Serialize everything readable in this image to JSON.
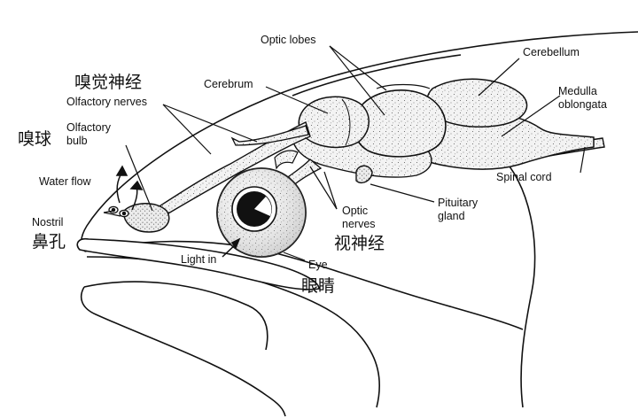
{
  "labels": {
    "optic_lobes": "Optic lobes",
    "cerebellum": "Cerebellum",
    "cerebrum": "Cerebrum",
    "medulla": "Medulla",
    "oblongata": "oblongata",
    "olfactory_nerves": "Olfactory nerves",
    "olfactory": "Olfactory",
    "bulb": "bulb",
    "water_flow": "Water flow",
    "nostril": "Nostril",
    "spinal_cord": "Spinal cord",
    "pituitary": "Pituitary",
    "gland": "gland",
    "optic": "Optic",
    "nerves": "nerves",
    "light_in": "Light in",
    "eye": "Eye"
  },
  "chinese": {
    "olfactory_nerves": "嗅觉神经",
    "olfactory_bulb": "嗅球",
    "nostril": "鼻孔",
    "optic_nerves": "视神经",
    "eye": "眼睛"
  },
  "colors": {
    "ink": "#111111",
    "tissue": "#f3f3f3",
    "background": "#ffffff"
  }
}
